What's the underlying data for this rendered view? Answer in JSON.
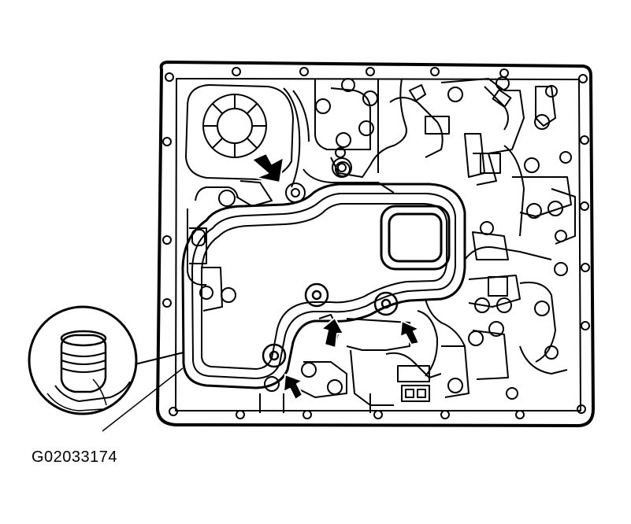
{
  "figure": {
    "id_label": "G02033174"
  },
  "colors": {
    "ink": "#000000",
    "paper": "#ffffff"
  },
  "callouts": {
    "count": 4,
    "arrow_style": "filled-black-with-white-outline"
  },
  "detail_inset": {
    "shape": "circle",
    "depicts": "filter-neck-seal"
  }
}
